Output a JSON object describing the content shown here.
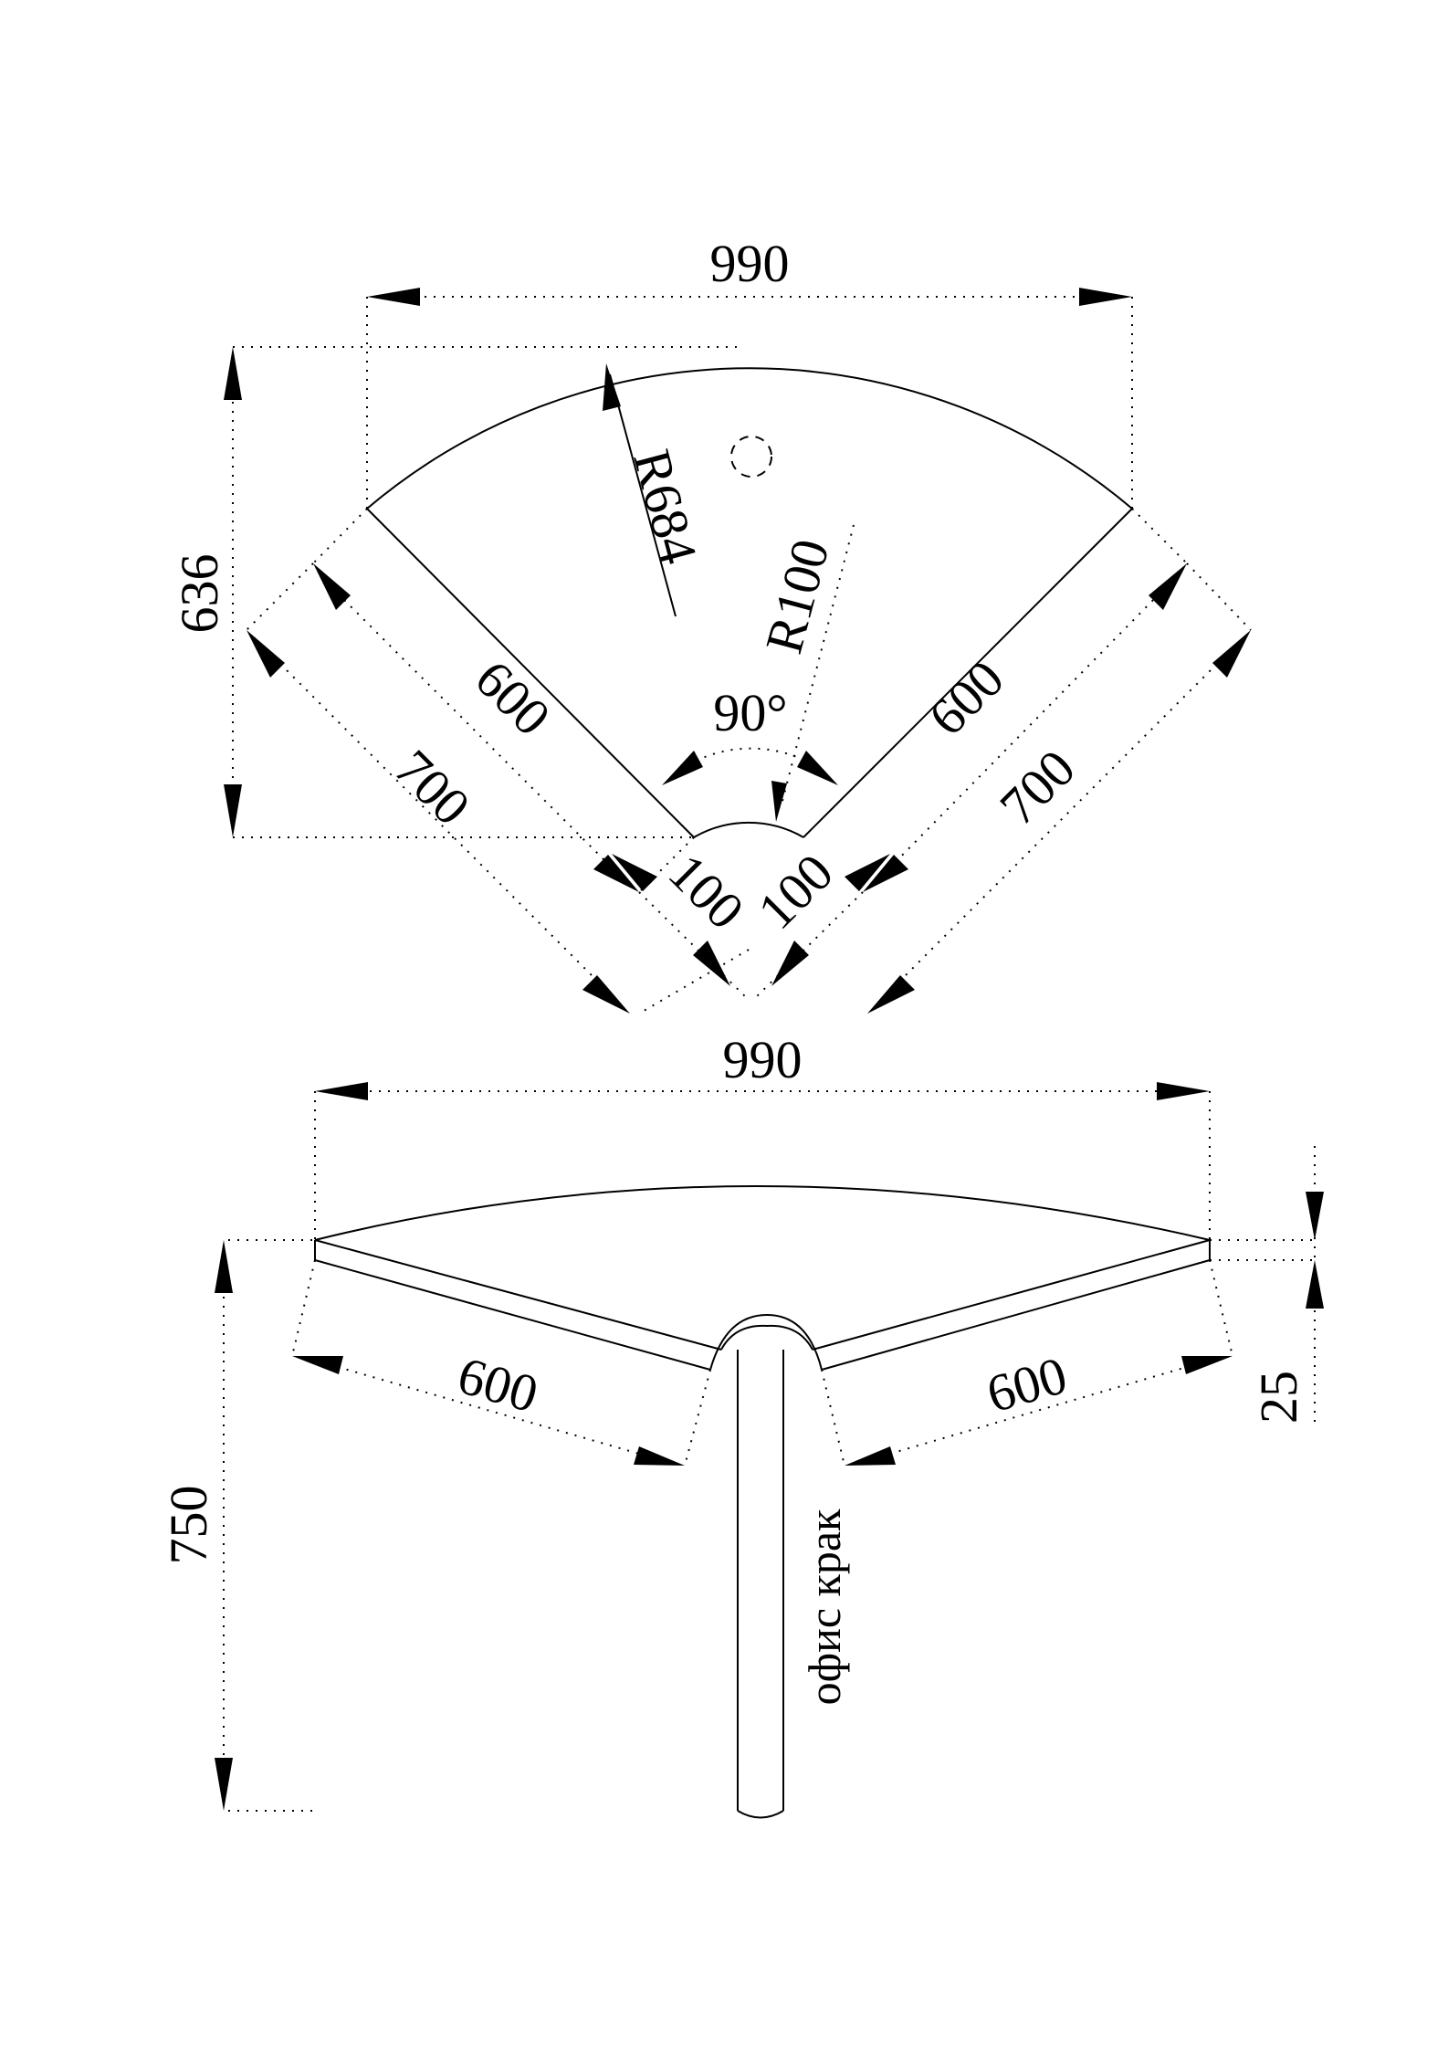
{
  "top_view": {
    "width_label": "990",
    "depth_label": "636",
    "radius_outer_label": "R684",
    "radius_inner_label": "R100",
    "angle_label": "90°",
    "left_side_inner_label": "600",
    "left_side_outer_label": "700",
    "right_side_inner_label": "600",
    "right_side_outer_label": "700",
    "left_stub_label": "100",
    "right_stub_label": "100"
  },
  "front_view": {
    "width_label": "990",
    "height_label": "750",
    "thickness_label": "25",
    "left_side_label": "600",
    "right_side_label": "600",
    "leg_label": "офис крак"
  }
}
